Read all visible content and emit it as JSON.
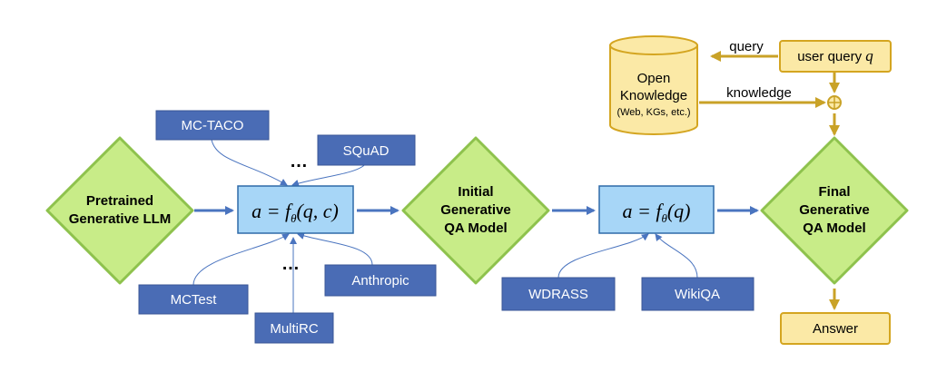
{
  "colors": {
    "dataset_fill": "#4a6cb5",
    "diamond_fill": "#c8ec88",
    "diamond_stroke": "#8ec24d",
    "formula_fill": "#a7d6f7",
    "formula_stroke": "#2f6aa8",
    "yellow_fill": "#fbe9a6",
    "yellow_stroke": "#d4a520",
    "blue_arrow": "#4a74bf",
    "gold_arrow": "#c9a227"
  },
  "diamonds": {
    "pretrained": {
      "line1": "Pretrained",
      "line2": "Generative LLM"
    },
    "initial": {
      "line1": "Initial",
      "line2": "Generative",
      "line3": "QA Model"
    },
    "final": {
      "line1": "Final",
      "line2": "Generative",
      "line3": "QA Model"
    }
  },
  "formulas": {
    "first": {
      "lhs": "a = f",
      "sub": "θ",
      "rhs": "(q, c)"
    },
    "second": {
      "lhs": "a = f",
      "sub": "θ",
      "rhs": "(q)"
    }
  },
  "datasets": {
    "mc_taco": "MC-TACO",
    "squad": "SQuAD",
    "mctest": "MCTest",
    "multirc": "MultiRC",
    "anthropic": "Anthropic",
    "wdrass": "WDRASS",
    "wikiqa": "WikiQA"
  },
  "ellipses": {
    "top": "…",
    "bottom": "…"
  },
  "knowledge": {
    "db_line1": "Open",
    "db_line2": "Knowledge",
    "db_line3": "(Web, KGs, etc.)",
    "query_label": "query",
    "knowledge_label": "knowledge",
    "plus_symbol": "⊕"
  },
  "user_query": {
    "text": "user query ",
    "var": "q"
  },
  "answer": "Answer"
}
